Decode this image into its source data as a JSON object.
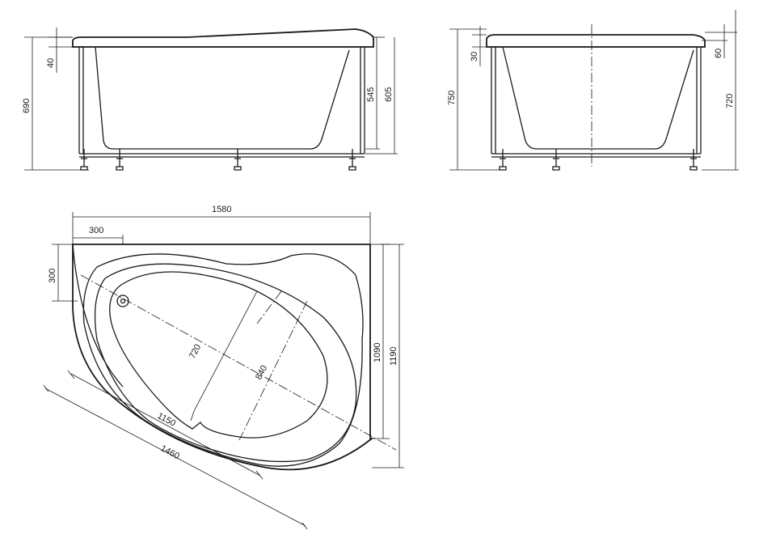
{
  "dimensions": {
    "front_total_height": "690",
    "front_rim": "40",
    "front_inner_1": "545",
    "front_inner_2": "605",
    "side_total_height": "750",
    "side_rim": "30",
    "side_right_rim": "60",
    "side_inner": "720",
    "plan_length": "1580",
    "plan_corner_x": "300",
    "plan_corner_y": "300",
    "plan_height_inner": "1090",
    "plan_height_outer": "1190",
    "basin_width": "720",
    "basin_length": "840",
    "diag_inner": "1150",
    "diag_outer": "1460"
  }
}
